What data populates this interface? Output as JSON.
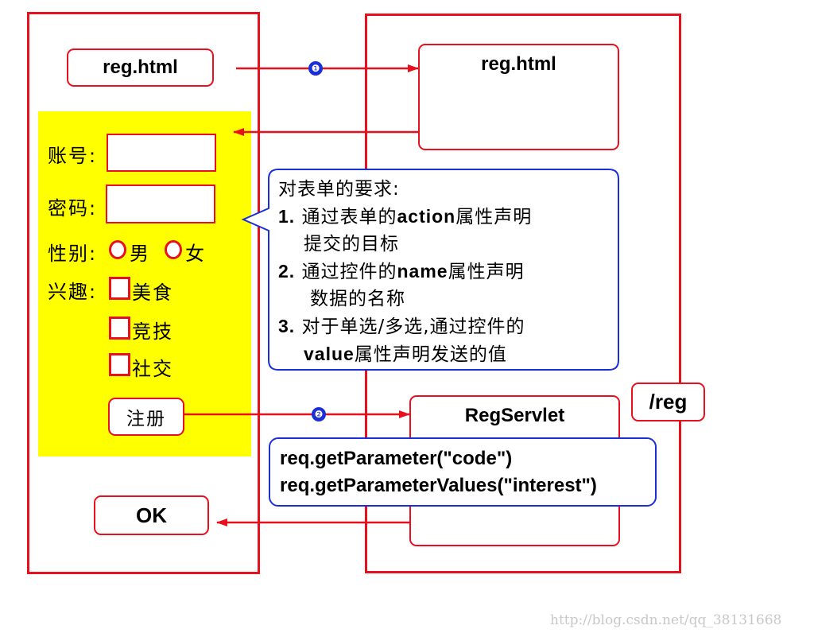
{
  "browser": {
    "page_button": "reg.html",
    "form": {
      "account_label": "账号:",
      "password_label": "密码:",
      "gender_label": "性别:",
      "gender_options": [
        "男",
        "女"
      ],
      "interest_label": "兴趣:",
      "interest_options": [
        "美食",
        "竞技",
        "社交"
      ],
      "submit_label": "注册"
    },
    "result_button": "OK"
  },
  "server": {
    "page_box": "reg.html",
    "servlet_box": "RegServlet",
    "servlet_path": "/reg"
  },
  "steps": [
    "❶",
    "❷"
  ],
  "requirements_note": {
    "title": "对表单的要求:",
    "item1_num": "1.",
    "item1_pre": "通过表单的",
    "item1_kw": "action",
    "item1_post": "属性声明",
    "item1_line2": "提交的目标",
    "item2_num": "2.",
    "item2_pre": "通过控件的",
    "item2_kw": "name",
    "item2_post": "属性声明",
    "item2_line2": "数据的名称",
    "item3_num": "3.",
    "item3_text": "对于单选/多选,通过控件的",
    "item3_kw": "value",
    "item3_post": "属性声明发送的值"
  },
  "code_note": {
    "line1": "req.getParameter(\"code\")",
    "line2": "req.getParameterValues(\"interest\")"
  },
  "watermark": "http://blog.csdn.net/qq_38131668",
  "colors": {
    "red": "#e8101c",
    "blue": "#1a2fd8",
    "yellow": "#ffff00"
  }
}
